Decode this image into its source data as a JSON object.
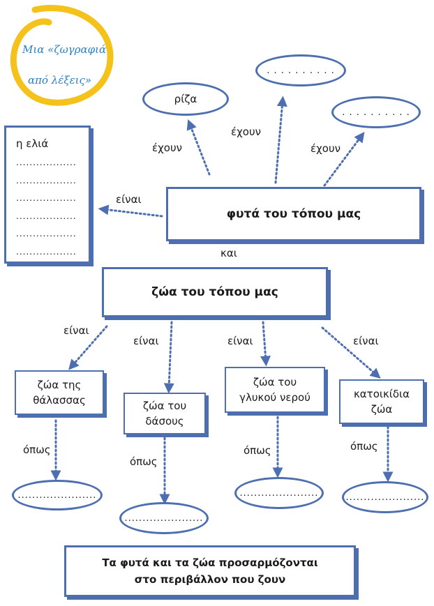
{
  "logo": {
    "line1": "Μια «ζωγραφιά",
    "line2": "από λέξεις»"
  },
  "plants": {
    "title": "φυτά του τόπου μας",
    "have_label_left": "έχουν",
    "have_label_mid": "έχουν",
    "have_label_right": "έχουν",
    "is_label": "είναι",
    "root": "ρίζα",
    "blank_mid": ". . . . . . . . . .",
    "blank_right": ". . . . . . . . . .",
    "list_first": "η ελιά",
    "list_blanks": [
      "..................",
      "..................",
      "..................",
      "..................",
      "..................",
      ".................."
    ]
  },
  "and_label": "και",
  "animals": {
    "title": "ζώα του τόπου μας",
    "categories": [
      {
        "is_label": "είναι",
        "line1": "ζώα της",
        "line2": "θάλασσας",
        "like_label": "όπως",
        "blank": "......................"
      },
      {
        "is_label": "είναι",
        "line1": "ζώα του",
        "line2": "δάσους",
        "like_label": "όπως",
        "blank": "......................"
      },
      {
        "is_label": "είναι",
        "line1": "ζώα του",
        "line2": "γλυκού νερού",
        "like_label": "όπως",
        "blank": "......................"
      },
      {
        "is_label": "είναι",
        "line1": "κατοικίδια",
        "line2": "ζώα",
        "like_label": "όπως",
        "blank": "......................"
      }
    ]
  },
  "conclusion": {
    "line1": "Τα φυτά και τα ζώα προσαρμόζονται",
    "line2": "στο περιβάλλον που ζουν"
  },
  "colors": {
    "accent_blue": "#4d6fb0",
    "logo_yellow": "#f4c21a",
    "logo_text": "#2a7fc4"
  }
}
